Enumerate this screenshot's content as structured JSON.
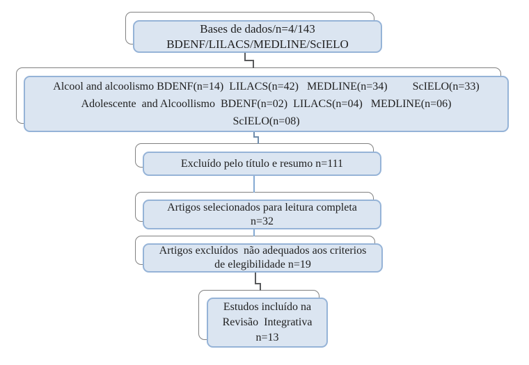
{
  "colors": {
    "box_fill": "#dbe5f1",
    "box_border": "#95b3d7",
    "shadow_border": "#808080",
    "connector_blue": "#84a9d2",
    "connector_steel": "#6f8cab",
    "connector_gray": "#58595b",
    "text": "#1f1f1f"
  },
  "nodes": [
    {
      "id": "bases-de-dados",
      "lines": [
        "Bases de dados/n=4/143",
        "BDENF/LILACS/MEDLINE/ScIELO"
      ]
    },
    {
      "id": "resultados-busca",
      "lines": [
        "Alcool and alcoolismo BDENF(n=14)  LILACS(n=42)   MEDLINE(n=34)         ScIELO(n=33)",
        "Adolescente  and Alcoollismo  BDENF(n=02)  LILACS(n=04)   MEDLINE(n=06)",
        "ScIELO(n=08)"
      ]
    },
    {
      "id": "excluido-titulo-resumo",
      "lines": [
        "Excluído pelo título e resumo n=111"
      ]
    },
    {
      "id": "selecionados-leitura-completa",
      "lines": [
        "Artigos selecionados para leitura completa",
        "n=32"
      ]
    },
    {
      "id": "excluidos-elegibilidade",
      "lines": [
        "Artigos excluídos  não adequados aos criterios",
        "de elegibilidade n=19"
      ]
    },
    {
      "id": "incluidos-revisao-integrativa",
      "lines": [
        "Estudos incluído na",
        "Revisão  Integrativa",
        "n=13"
      ]
    }
  ]
}
